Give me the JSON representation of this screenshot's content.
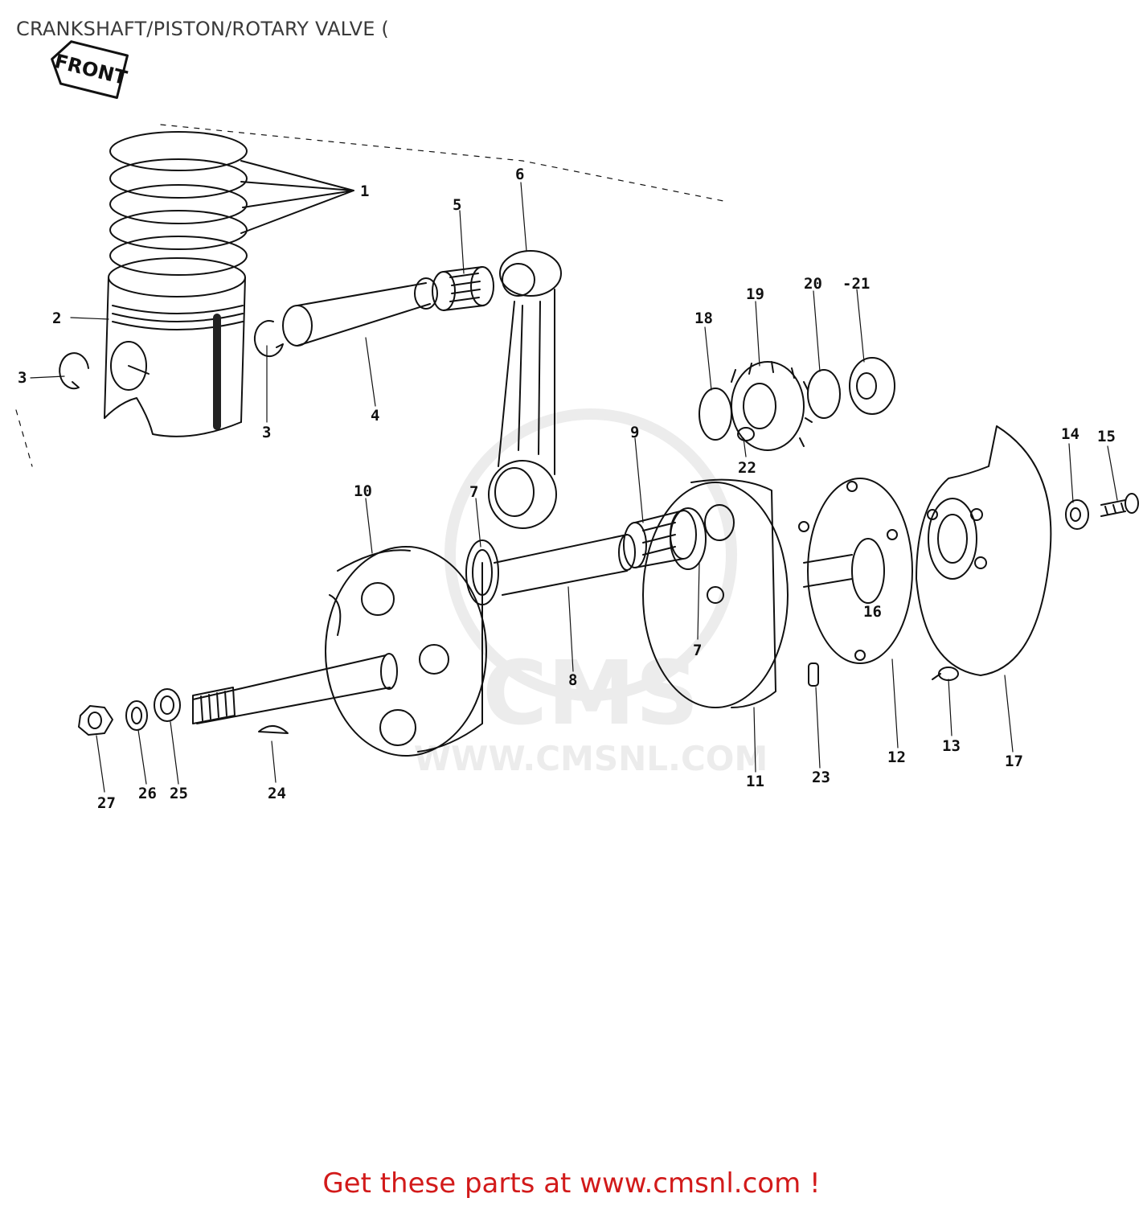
{
  "header": {
    "title": "CRANKSHAFT/PISTON/ROTARY VALVE ("
  },
  "badge": {
    "front_label": "FRONT"
  },
  "watermark": {
    "brand": "CMS",
    "url": "WWW.CMSNL.COM"
  },
  "callouts": {
    "c1": "1",
    "c2": "2",
    "c3a": "3",
    "c3b": "3",
    "c4": "4",
    "c5": "5",
    "c6": "6",
    "c7a": "7",
    "c7b": "7",
    "c8": "8",
    "c9": "9",
    "c10": "10",
    "c11": "11",
    "c12": "12",
    "c13": "13",
    "c14": "14",
    "c15": "15",
    "c16": "16",
    "c17": "17",
    "c18": "18",
    "c19": "19",
    "c20": "20",
    "c21": "-21",
    "c22": "22",
    "c23": "23",
    "c24": "24",
    "c25": "25",
    "c26": "26",
    "c27": "27"
  },
  "footer": {
    "cta": "Get these parts at www.cmsnl.com !"
  },
  "colors": {
    "ink": "#111111",
    "cta": "#d21a1a",
    "watermark": "#e6e6e6"
  }
}
